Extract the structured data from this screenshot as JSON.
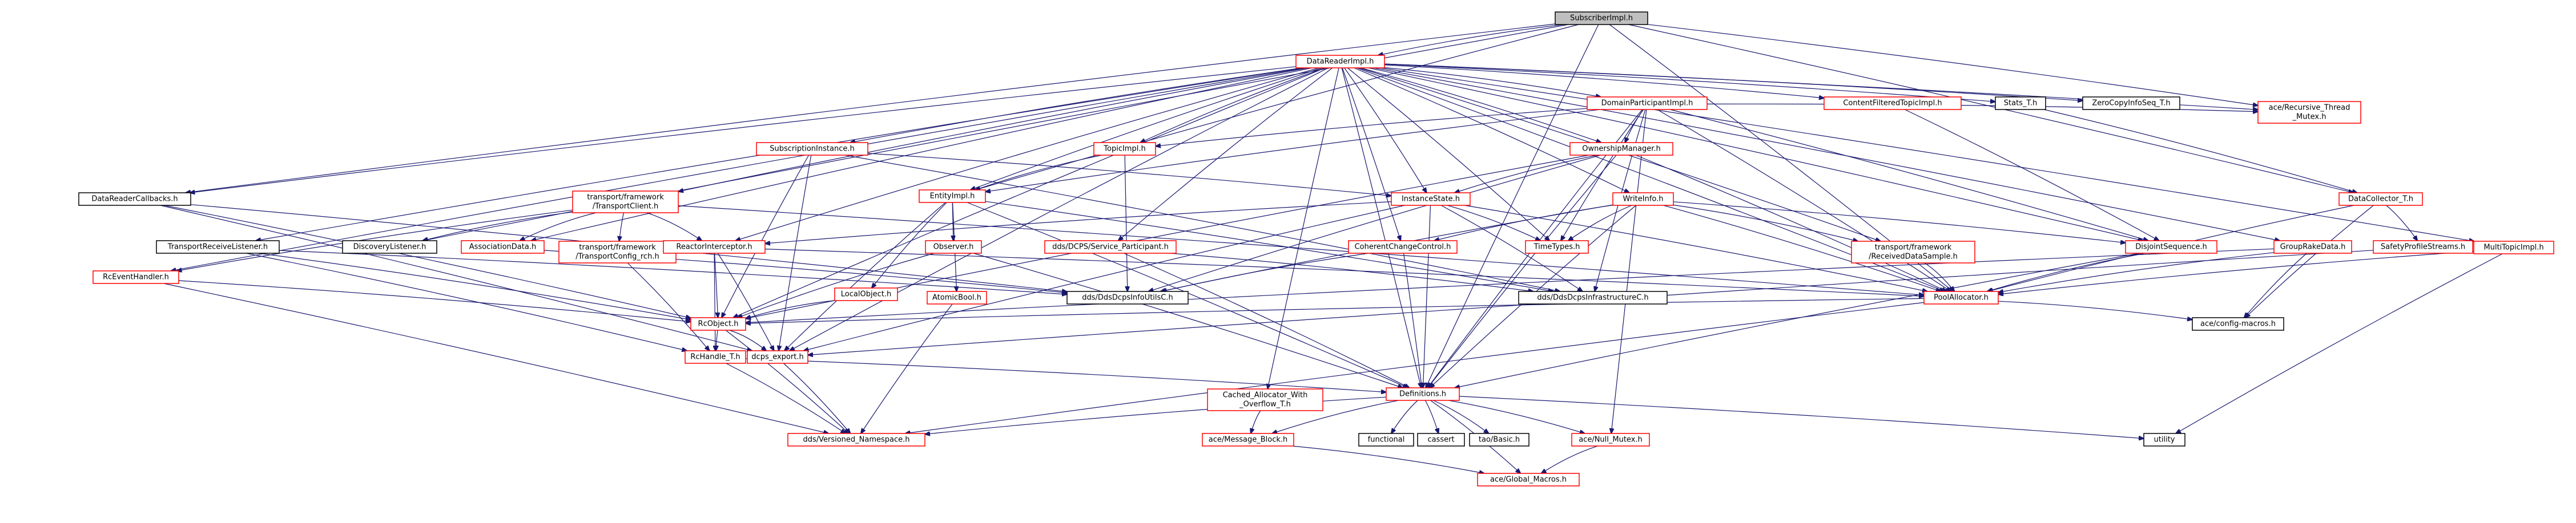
{
  "graph": {
    "root": "SubscriberImpl.h",
    "nodes": [
      {
        "id": "n_subimpl",
        "label": "SubscriberImpl.h",
        "type": "root"
      },
      {
        "id": "n_drimpl",
        "label": "DataReaderImpl.h",
        "type": "linked"
      },
      {
        "id": "n_dpimpl",
        "label": "DomainParticipantImpl.h",
        "type": "linked"
      },
      {
        "id": "n_cftimpl",
        "label": "ContentFilteredTopicImpl.h",
        "type": "linked"
      },
      {
        "id": "n_statst",
        "label": "Stats_T.h",
        "type": "plain"
      },
      {
        "id": "n_zerocopy",
        "label": "ZeroCopyInfoSeq_T.h",
        "type": "plain"
      },
      {
        "id": "n_acerecmutex",
        "label": [
          "ace/Recursive_Thread",
          "_Mutex.h"
        ],
        "type": "linked"
      },
      {
        "id": "n_topicimpl",
        "label": "TopicImpl.h",
        "type": "linked"
      },
      {
        "id": "n_ownmgr",
        "label": "OwnershipManager.h",
        "type": "linked"
      },
      {
        "id": "n_subinst",
        "label": "SubscriptionInstance.h",
        "type": "linked"
      },
      {
        "id": "n_tft",
        "label": [
          "transport/framework",
          "/TransportClient.h"
        ],
        "type": "linked"
      },
      {
        "id": "n_entity",
        "label": "EntityImpl.h",
        "type": "linked"
      },
      {
        "id": "n_inststate",
        "label": "InstanceState.h",
        "type": "linked"
      },
      {
        "id": "n_writeinfo",
        "label": "WriteInfo.h",
        "type": "linked"
      },
      {
        "id": "n_datacoll",
        "label": "DataCollector_T.h",
        "type": "linked"
      },
      {
        "id": "n_mtimpl",
        "label": "MultiTopicImpl.h",
        "type": "linked"
      },
      {
        "id": "n_drcb",
        "label": "DataReaderCallbacks.h",
        "type": "plain"
      },
      {
        "id": "n_disclist",
        "label": "DiscoveryListener.h",
        "type": "plain"
      },
      {
        "id": "n_assocdata",
        "label": "AssociationData.h",
        "type": "linked"
      },
      {
        "id": "n_tfcfg",
        "label": [
          "transport/framework",
          "/TransportConfig_rch.h"
        ],
        "type": "linked"
      },
      {
        "id": "n_reactint",
        "label": "ReactorInterceptor.h",
        "type": "linked"
      },
      {
        "id": "n_observer",
        "label": "Observer.h",
        "type": "linked"
      },
      {
        "id": "n_ddsservice",
        "label": "dds/DCPS/Service_Participant.h",
        "type": "linked"
      },
      {
        "id": "n_coherent",
        "label": "CoherentChangeControl.h",
        "type": "linked"
      },
      {
        "id": "n_timetypes",
        "label": "TimeTypes.h",
        "type": "linked"
      },
      {
        "id": "n_tfrecv",
        "label": [
          "transport/framework",
          "/ReceivedDataSample.h"
        ],
        "type": "linked"
      },
      {
        "id": "n_disjoint",
        "label": "DisjointSequence.h",
        "type": "linked"
      },
      {
        "id": "n_group",
        "label": "GroupRakeData.h",
        "type": "linked"
      },
      {
        "id": "n_safety",
        "label": "SafetyProfileStreams.h",
        "type": "linked"
      },
      {
        "id": "n_trl",
        "label": "TransportReceiveListener.h",
        "type": "plain"
      },
      {
        "id": "n_rceh",
        "label": "RcEventHandler.h",
        "type": "linked"
      },
      {
        "id": "n_localobj",
        "label": "LocalObject.h",
        "type": "linked"
      },
      {
        "id": "n_atomicbool",
        "label": "AtomicBool.h",
        "type": "linked"
      },
      {
        "id": "n_infoutilc",
        "label": "dds/DdsDcpsInfoUtilsC.h",
        "type": "plain"
      },
      {
        "id": "n_infrac",
        "label": "dds/DdsDcpsInfrastructureC.h",
        "type": "plain"
      },
      {
        "id": "n_pool",
        "label": "PoolAllocator.h",
        "type": "linked"
      },
      {
        "id": "n_rcobj",
        "label": "RcObject.h",
        "type": "linked"
      },
      {
        "id": "n_acecfg",
        "label": "ace/config-macros.h",
        "type": "plain"
      },
      {
        "id": "n_rchandle",
        "label": "RcHandle_T.h",
        "type": "linked"
      },
      {
        "id": "n_ddsexport",
        "label": "dcps_export.h",
        "type": "linked"
      },
      {
        "id": "n_defs",
        "label": "Definitions.h",
        "type": "linked"
      },
      {
        "id": "n_cached",
        "label": [
          "Cached_Allocator_With",
          "_Overflow_T.h"
        ],
        "type": "linked"
      },
      {
        "id": "n_versioned",
        "label": "dds/Versioned_Namespace.h",
        "type": "linked"
      },
      {
        "id": "n_msgblock",
        "label": "ace/Message_Block.h",
        "type": "linked"
      },
      {
        "id": "n_functional",
        "label": "functional",
        "type": "plain"
      },
      {
        "id": "n_cassert",
        "label": "cassert",
        "type": "plain"
      },
      {
        "id": "n_tao",
        "label": "tao/Basic.h",
        "type": "plain"
      },
      {
        "id": "n_nullmutex",
        "label": "ace/Null_Mutex.h",
        "type": "linked"
      },
      {
        "id": "n_utility",
        "label": "utility",
        "type": "plain"
      },
      {
        "id": "n_globalmacros",
        "label": "ace/Global_Macros.h",
        "type": "linked"
      }
    ],
    "edges": [
      [
        "n_subimpl",
        "n_drimpl"
      ],
      [
        "n_subimpl",
        "n_entity"
      ],
      [
        "n_subimpl",
        "n_drcb"
      ],
      [
        "n_subimpl",
        "n_acerecmutex"
      ],
      [
        "n_subimpl",
        "n_datacoll"
      ],
      [
        "n_subimpl",
        "n_defs"
      ],
      [
        "n_subimpl",
        "n_disclist"
      ],
      [
        "n_subimpl",
        "n_pool"
      ],
      [
        "n_drimpl",
        "n_dpimpl"
      ],
      [
        "n_drimpl",
        "n_cftimpl"
      ],
      [
        "n_drimpl",
        "n_statst"
      ],
      [
        "n_drimpl",
        "n_zerocopy"
      ],
      [
        "n_drimpl",
        "n_topicimpl"
      ],
      [
        "n_drimpl",
        "n_ownmgr"
      ],
      [
        "n_drimpl",
        "n_subinst"
      ],
      [
        "n_drimpl",
        "n_tft"
      ],
      [
        "n_drimpl",
        "n_entity"
      ],
      [
        "n_drimpl",
        "n_inststate"
      ],
      [
        "n_drimpl",
        "n_writeinfo"
      ],
      [
        "n_drimpl",
        "n_mtimpl"
      ],
      [
        "n_drimpl",
        "n_drcb"
      ],
      [
        "n_drimpl",
        "n_assocdata"
      ],
      [
        "n_drimpl",
        "n_reactint"
      ],
      [
        "n_drimpl",
        "n_ddsservice"
      ],
      [
        "n_drimpl",
        "n_coherent"
      ],
      [
        "n_drimpl",
        "n_timetypes"
      ],
      [
        "n_drimpl",
        "n_tfrecv"
      ],
      [
        "n_drimpl",
        "n_disjoint"
      ],
      [
        "n_drimpl",
        "n_group"
      ],
      [
        "n_drimpl",
        "n_trl"
      ],
      [
        "n_drimpl",
        "n_rceh"
      ],
      [
        "n_drimpl",
        "n_cached"
      ],
      [
        "n_drimpl",
        "n_pool"
      ],
      [
        "n_drimpl",
        "n_rcobj"
      ],
      [
        "n_drimpl",
        "n_ddsexport"
      ],
      [
        "n_drimpl",
        "n_defs"
      ],
      [
        "n_drimpl",
        "n_acerecmutex"
      ],
      [
        "n_dpimpl",
        "n_topicimpl"
      ],
      [
        "n_dpimpl",
        "n_ownmgr"
      ],
      [
        "n_dpimpl",
        "n_entity"
      ],
      [
        "n_dpimpl",
        "n_acerecmutex"
      ],
      [
        "n_dpimpl",
        "n_timetypes"
      ],
      [
        "n_dpimpl",
        "n_infrac"
      ],
      [
        "n_dpimpl",
        "n_pool"
      ],
      [
        "n_dpimpl",
        "n_disjoint"
      ],
      [
        "n_dpimpl",
        "n_defs"
      ],
      [
        "n_dpimpl",
        "n_nullmutex"
      ],
      [
        "n_cftimpl",
        "n_disjoint"
      ],
      [
        "n_statst",
        "n_datacoll"
      ],
      [
        "n_topicimpl",
        "n_entity"
      ],
      [
        "n_topicimpl",
        "n_infoutilc"
      ],
      [
        "n_ownmgr",
        "n_inststate"
      ],
      [
        "n_ownmgr",
        "n_infoutilc"
      ],
      [
        "n_ownmgr",
        "n_pool"
      ],
      [
        "n_ownmgr",
        "n_rcobj"
      ],
      [
        "n_ownmgr",
        "n_defs"
      ],
      [
        "n_subinst",
        "n_inststate"
      ],
      [
        "n_subinst",
        "n_rcobj"
      ],
      [
        "n_subinst",
        "n_ddsexport"
      ],
      [
        "n_subinst",
        "n_infrac"
      ],
      [
        "n_tft",
        "n_disclist"
      ],
      [
        "n_tft",
        "n_assocdata"
      ],
      [
        "n_tft",
        "n_tfcfg"
      ],
      [
        "n_tft",
        "n_reactint"
      ],
      [
        "n_tft",
        "n_rceh"
      ],
      [
        "n_tft",
        "n_pool"
      ],
      [
        "n_entity",
        "n_observer"
      ],
      [
        "n_entity",
        "n_localobj"
      ],
      [
        "n_entity",
        "n_atomicbool"
      ],
      [
        "n_entity",
        "n_infrac"
      ],
      [
        "n_entity",
        "n_ddsexport"
      ],
      [
        "n_entity",
        "n_defs"
      ],
      [
        "n_inststate",
        "n_reactint"
      ],
      [
        "n_inststate",
        "n_timetypes"
      ],
      [
        "n_inststate",
        "n_infrac"
      ],
      [
        "n_inststate",
        "n_pool"
      ],
      [
        "n_inststate",
        "n_defs"
      ],
      [
        "n_inststate",
        "n_ddsexport"
      ],
      [
        "n_writeinfo",
        "n_coherent"
      ],
      [
        "n_writeinfo",
        "n_timetypes"
      ],
      [
        "n_writeinfo",
        "n_tfrecv"
      ],
      [
        "n_writeinfo",
        "n_disjoint"
      ],
      [
        "n_writeinfo",
        "n_pool"
      ],
      [
        "n_writeinfo",
        "n_infoutilc"
      ],
      [
        "n_writeinfo",
        "n_defs"
      ],
      [
        "n_datacoll",
        "n_safety"
      ],
      [
        "n_datacoll",
        "n_pool"
      ],
      [
        "n_datacoll",
        "n_acecfg"
      ],
      [
        "n_mtimpl",
        "n_pool"
      ],
      [
        "n_mtimpl",
        "n_utility"
      ],
      [
        "n_drcb",
        "n_rcobj"
      ],
      [
        "n_drcb",
        "n_infoutilc"
      ],
      [
        "n_drcb",
        "n_ddsexport"
      ],
      [
        "n_assocdata",
        "n_infoutilc"
      ],
      [
        "n_tfcfg",
        "n_rchandle"
      ],
      [
        "n_reactint",
        "n_rcobj"
      ],
      [
        "n_reactint",
        "n_ddsexport"
      ],
      [
        "n_reactint",
        "n_rchandle"
      ],
      [
        "n_reactint",
        "n_pool"
      ],
      [
        "n_observer",
        "n_rcobj"
      ],
      [
        "n_observer",
        "n_defs"
      ],
      [
        "n_ddsservice",
        "n_defs"
      ],
      [
        "n_ddsservice",
        "n_infrac"
      ],
      [
        "n_coherent",
        "n_infoutilc"
      ],
      [
        "n_coherent",
        "n_defs"
      ],
      [
        "n_tfrecv",
        "n_pool"
      ],
      [
        "n_disjoint",
        "n_pool"
      ],
      [
        "n_disjoint",
        "n_defs"
      ],
      [
        "n_group",
        "n_pool"
      ],
      [
        "n_group",
        "n_acecfg"
      ],
      [
        "n_group",
        "n_rcobj"
      ],
      [
        "n_safety",
        "n_ddsexport"
      ],
      [
        "n_trl",
        "n_rchandle"
      ],
      [
        "n_trl",
        "n_infoutilc"
      ],
      [
        "n_trl",
        "n_rcobj"
      ],
      [
        "n_rceh",
        "n_rcobj"
      ],
      [
        "n_rceh",
        "n_versioned"
      ],
      [
        "n_localobj",
        "n_rcobj"
      ],
      [
        "n_atomicbool",
        "n_versioned"
      ],
      [
        "n_pool",
        "n_rcobj"
      ],
      [
        "n_pool",
        "n_acecfg"
      ],
      [
        "n_pool",
        "n_versioned"
      ],
      [
        "n_rcobj",
        "n_rchandle"
      ],
      [
        "n_rcobj",
        "n_ddsexport"
      ],
      [
        "n_rcobj",
        "n_versioned"
      ],
      [
        "n_rchandle",
        "n_defs"
      ],
      [
        "n_rchandle",
        "n_versioned"
      ],
      [
        "n_ddsexport",
        "n_versioned"
      ],
      [
        "n_defs",
        "n_versioned"
      ],
      [
        "n_defs",
        "n_msgblock"
      ],
      [
        "n_defs",
        "n_functional"
      ],
      [
        "n_defs",
        "n_cassert"
      ],
      [
        "n_defs",
        "n_tao"
      ],
      [
        "n_defs",
        "n_nullmutex"
      ],
      [
        "n_defs",
        "n_utility"
      ],
      [
        "n_defs",
        "n_globalmacros"
      ],
      [
        "n_cached",
        "n_msgblock"
      ],
      [
        "n_msgblock",
        "n_globalmacros"
      ],
      [
        "n_nullmutex",
        "n_globalmacros"
      ]
    ]
  },
  "colors": {
    "edge": "#191970",
    "linked_border": "#ff0000",
    "plain_border": "#000000",
    "root_fill": "#bfbfbf"
  }
}
